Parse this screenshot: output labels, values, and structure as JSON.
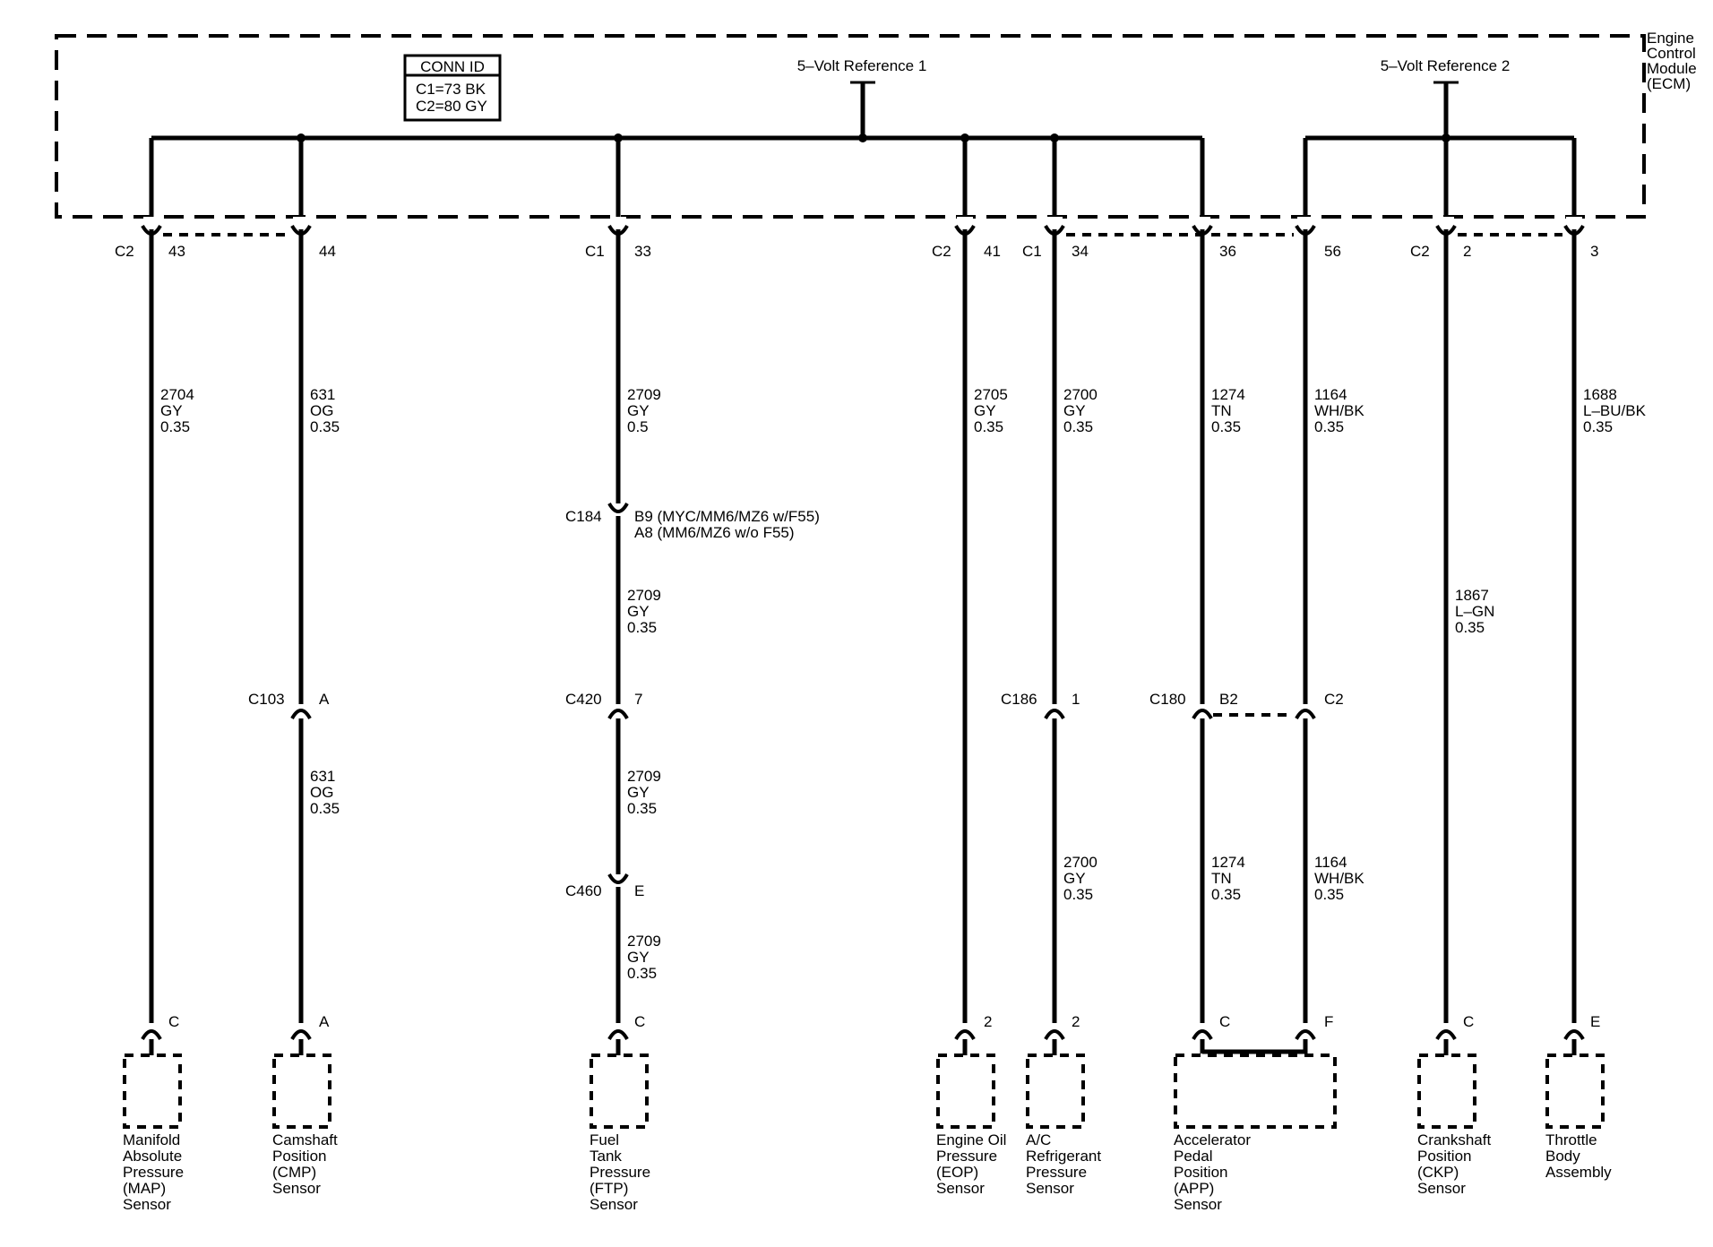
{
  "ecm": {
    "label_lines": [
      "Engine",
      "Control",
      "Module",
      "(ECM)"
    ],
    "ref1_label": "5–Volt Reference 1",
    "ref2_label": "5–Volt Reference 2"
  },
  "conn_id": {
    "title": "CONN ID",
    "lines": [
      "C1=73 BK",
      "C2=80 GY"
    ]
  },
  "connector_labels": [
    {
      "id": "ecm-c2-left",
      "text": "C2"
    },
    {
      "id": "ecm-c1-33",
      "text": "C1"
    },
    {
      "id": "ecm-c2-41",
      "text": "C2"
    },
    {
      "id": "ecm-c1-34",
      "text": "C1"
    },
    {
      "id": "ecm-c2-2",
      "text": "C2"
    },
    {
      "id": "c103",
      "text": "C103"
    },
    {
      "id": "c184",
      "text": "C184"
    },
    {
      "id": "c420",
      "text": "C420"
    },
    {
      "id": "c460",
      "text": "C460"
    },
    {
      "id": "c186",
      "text": "C186"
    },
    {
      "id": "c180",
      "text": "C180"
    }
  ],
  "pin_labels": [
    {
      "id": "ecm-43",
      "text": "43"
    },
    {
      "id": "ecm-44",
      "text": "44"
    },
    {
      "id": "ecm-33",
      "text": "33"
    },
    {
      "id": "ecm-41",
      "text": "41"
    },
    {
      "id": "ecm-34",
      "text": "34"
    },
    {
      "id": "ecm-36",
      "text": "36"
    },
    {
      "id": "ecm-56",
      "text": "56"
    },
    {
      "id": "ecm-2",
      "text": "2"
    },
    {
      "id": "ecm-3",
      "text": "3"
    },
    {
      "id": "c103-a",
      "text": "A"
    },
    {
      "id": "c420-7",
      "text": "7"
    },
    {
      "id": "c460-e",
      "text": "E"
    },
    {
      "id": "c186-1",
      "text": "1"
    },
    {
      "id": "c180-b2",
      "text": "B2"
    },
    {
      "id": "c180-c2",
      "text": "C2"
    },
    {
      "id": "map-c",
      "text": "C"
    },
    {
      "id": "cmp-a",
      "text": "A"
    },
    {
      "id": "ftp-c",
      "text": "C"
    },
    {
      "id": "eop-2",
      "text": "2"
    },
    {
      "id": "ac-2",
      "text": "2"
    },
    {
      "id": "app-c",
      "text": "C"
    },
    {
      "id": "app-f",
      "text": "F"
    },
    {
      "id": "ckp-c",
      "text": "C"
    },
    {
      "id": "tb-e",
      "text": "E"
    }
  ],
  "c184_pins": [
    "B9 (MYC/MM6/MZ6 w/F55)",
    "A8 (MM6/MZ6 w/o F55)"
  ],
  "wire_labels": [
    {
      "id": "w-map",
      "lines": [
        "2704",
        "GY",
        "0.35"
      ]
    },
    {
      "id": "w-cmp-1",
      "lines": [
        "631",
        "OG",
        "0.35"
      ]
    },
    {
      "id": "w-cmp-2",
      "lines": [
        "631",
        "OG",
        "0.35"
      ]
    },
    {
      "id": "w-ftp-1",
      "lines": [
        "2709",
        "GY",
        "0.5"
      ]
    },
    {
      "id": "w-ftp-2",
      "lines": [
        "2709",
        "GY",
        "0.35"
      ]
    },
    {
      "id": "w-ftp-3",
      "lines": [
        "2709",
        "GY",
        "0.35"
      ]
    },
    {
      "id": "w-ftp-4",
      "lines": [
        "2709",
        "GY",
        "0.35"
      ]
    },
    {
      "id": "w-eop",
      "lines": [
        "2705",
        "GY",
        "0.35"
      ]
    },
    {
      "id": "w-ac-1",
      "lines": [
        "2700",
        "GY",
        "0.35"
      ]
    },
    {
      "id": "w-ac-2",
      "lines": [
        "2700",
        "GY",
        "0.35"
      ]
    },
    {
      "id": "w-app36-1",
      "lines": [
        "1274",
        "TN",
        "0.35"
      ]
    },
    {
      "id": "w-app36-2",
      "lines": [
        "1274",
        "TN",
        "0.35"
      ]
    },
    {
      "id": "w-app56-1",
      "lines": [
        "1164",
        "WH/BK",
        "0.35"
      ]
    },
    {
      "id": "w-app56-2",
      "lines": [
        "1164",
        "WH/BK",
        "0.35"
      ]
    },
    {
      "id": "w-ckp",
      "lines": [
        "1867",
        "L–GN",
        "0.35"
      ]
    },
    {
      "id": "w-tb",
      "lines": [
        "1688",
        "L–BU/BK",
        "0.35"
      ]
    }
  ],
  "components": [
    {
      "id": "map",
      "lines": [
        "Manifold",
        "Absolute",
        "Pressure",
        "(MAP)",
        "Sensor"
      ]
    },
    {
      "id": "cmp",
      "lines": [
        "Camshaft",
        "Position",
        "(CMP)",
        "Sensor"
      ]
    },
    {
      "id": "ftp",
      "lines": [
        "Fuel",
        "Tank",
        "Pressure",
        "(FTP)",
        "Sensor"
      ]
    },
    {
      "id": "eop",
      "lines": [
        "Engine Oil",
        "Pressure",
        "(EOP)",
        "Sensor"
      ]
    },
    {
      "id": "ac",
      "lines": [
        "A/C",
        "Refrigerant",
        "Pressure",
        "Sensor"
      ]
    },
    {
      "id": "app",
      "lines": [
        "Accelerator",
        "Pedal",
        "Position",
        "(APP)",
        "Sensor"
      ]
    },
    {
      "id": "ckp",
      "lines": [
        "Crankshaft",
        "Position",
        "(CKP)",
        "Sensor"
      ]
    },
    {
      "id": "tb",
      "lines": [
        "Throttle",
        "Body",
        "Assembly"
      ]
    }
  ]
}
